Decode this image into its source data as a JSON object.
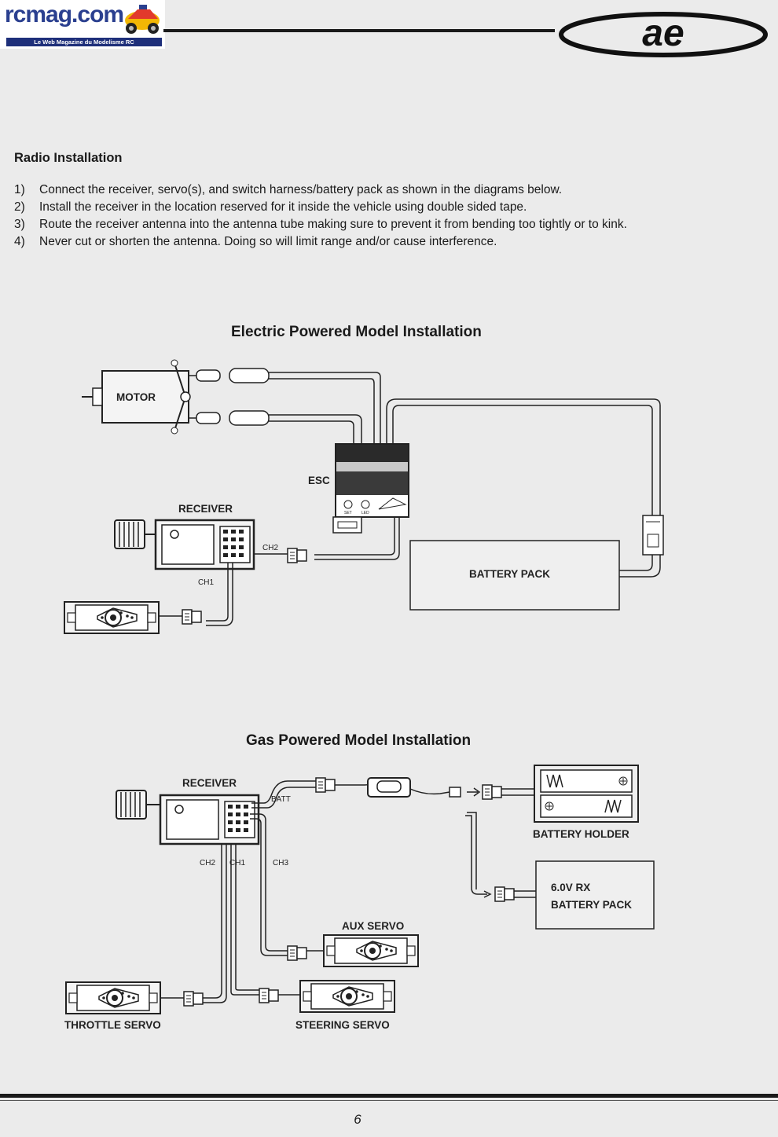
{
  "header": {
    "site_logo_text": "rcmag.com",
    "site_tagline": "Le Web Magazine du Modelisme RC",
    "brand_logo_text": "ae"
  },
  "section": {
    "title": "Radio Installation",
    "steps": [
      {
        "num": "1)",
        "text": "Connect the receiver, servo(s), and switch harness/battery pack as shown in the diagrams below."
      },
      {
        "num": "2)",
        "text": "Install the receiver in the location reserved for it inside the vehicle using double sided tape."
      },
      {
        "num": "3)",
        "text": "Route the receiver antenna into the antenna tube making sure to prevent it from bending too tightly or to kink."
      },
      {
        "num": "4)",
        "text": "Never cut or shorten the antenna. Doing so will limit range and/or cause interference."
      }
    ]
  },
  "electric": {
    "title": "Electric Powered Model Installation",
    "motor": "MOTOR",
    "esc": "ESC",
    "esc_set": "SET",
    "esc_led": "LED",
    "receiver": "RECEIVER",
    "ch2": "CH2",
    "ch1": "CH1",
    "battery_pack": "BATTERY PACK"
  },
  "gas": {
    "title": "Gas Powered Model Installation",
    "receiver": "RECEIVER",
    "batt": "BATT",
    "ch2": "CH2",
    "ch1": "CH1",
    "ch3": "CH3",
    "battery_holder": "BATTERY HOLDER",
    "rx_pack_line1": "6.0V RX",
    "rx_pack_line2": "BATTERY PACK",
    "aux_servo": "AUX SERVO",
    "throttle_servo": "THROTTLE SERVO",
    "steering_servo": "STEERING SERVO"
  },
  "footer": {
    "page_number": "6"
  }
}
